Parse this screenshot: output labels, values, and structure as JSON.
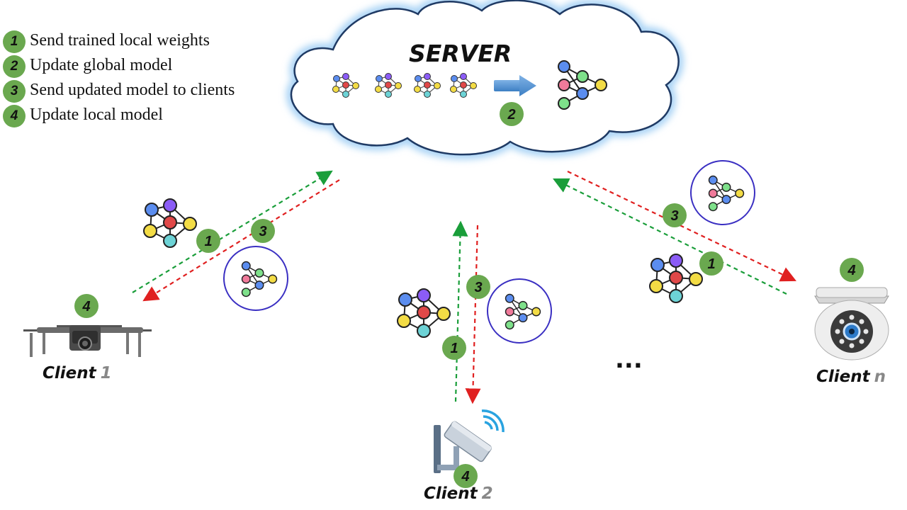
{
  "legend": [
    {
      "num": "1",
      "text": "Send trained local weights"
    },
    {
      "num": "2",
      "text": "Update global model"
    },
    {
      "num": "3",
      "text": "Send updated model to clients"
    },
    {
      "num": "4",
      "text": "Update local model"
    }
  ],
  "server": {
    "label": "SERVER",
    "step": "2"
  },
  "clients": [
    {
      "name": "Client",
      "index": "1",
      "device": "drone",
      "step": "4"
    },
    {
      "name": "Client",
      "index": "2",
      "device": "cctv-camera",
      "step": "4"
    },
    {
      "name": "Client",
      "index": "n",
      "device": "dome-camera",
      "step": "4"
    }
  ],
  "link_steps": {
    "client1": {
      "up": "1",
      "down": "3"
    },
    "client2": {
      "up": "1",
      "down": "3"
    },
    "clientn": {
      "up": "1",
      "down": "3"
    }
  },
  "ellipsis": "...",
  "colors": {
    "badge": "#6aa84f",
    "upload_arrow": "#1a9e3a",
    "download_arrow": "#e02020",
    "cloud_stroke": "#1f3a64",
    "cloud_glow": "#a9d3f5",
    "node_blue": "#5b8def",
    "node_purple": "#8b5cf6",
    "node_red": "#e04848",
    "node_yellow": "#f3dc45",
    "node_cyan": "#6dd3d6",
    "node_pink": "#f07a9a",
    "node_green": "#7ee08a",
    "model_circle": "#3a2fc2"
  }
}
